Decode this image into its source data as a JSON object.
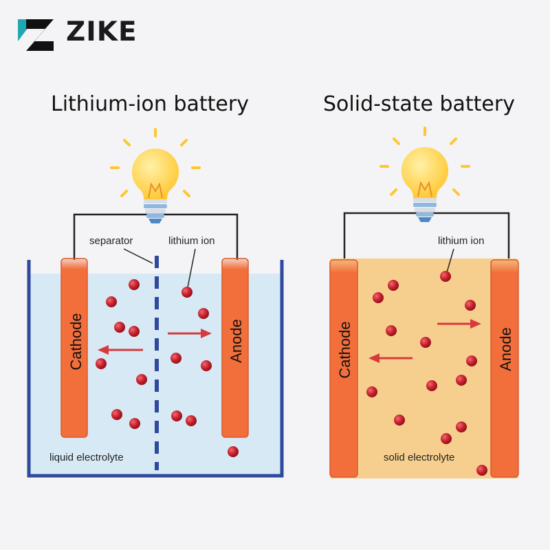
{
  "brand": {
    "name": "ZIKE",
    "logo_icon": "zike-logo-icon",
    "accent": "#1fa8b0"
  },
  "panels": {
    "left": {
      "title": "Lithium-ion battery",
      "cathode": "Cathode",
      "anode": "Anode",
      "separator": "separator",
      "ion": "lithium ion",
      "electrolyte": "liquid electrolyte"
    },
    "right": {
      "title": "Solid-state battery",
      "cathode": "Cathode",
      "anode": "Anode",
      "ion": "lithium ion",
      "electrolyte": "solid electrolyte"
    }
  },
  "colors": {
    "electrode": "#f26f3c",
    "liquid": "#d7e9f4",
    "solid": "#f6cf8e",
    "container": "#2f4a9c",
    "ion": "#c8202e",
    "arrow": "#d63a3c",
    "bulb": "#ffd34d"
  }
}
